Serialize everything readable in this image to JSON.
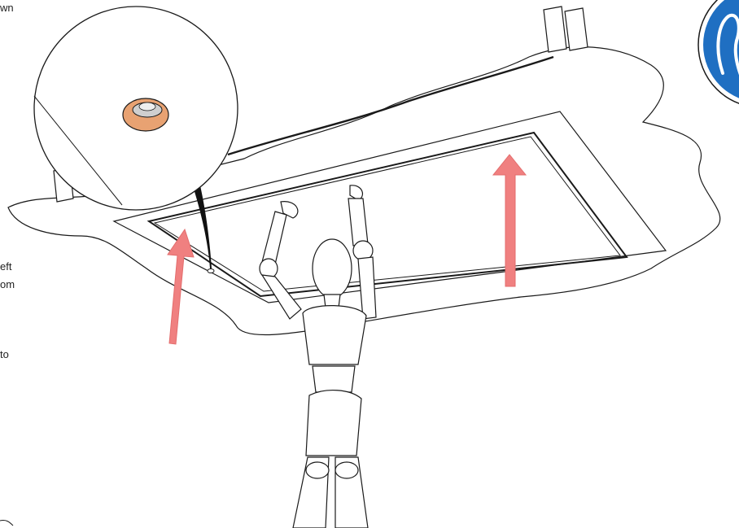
{
  "text_fragments": {
    "top": "wn",
    "middle_line1": "eft",
    "middle_line2": "om",
    "lower": "to"
  },
  "colors": {
    "line": "#1a1a1a",
    "arrow": "#f08080",
    "screw": "#e8a272",
    "sign_blue": "#1f6fc2",
    "background": "#ffffff"
  },
  "icons": {
    "mandatory_sign": "gloves-mandatory-sign-icon",
    "zoom_callout": "magnifier-callout",
    "screw": "screw-icon"
  }
}
